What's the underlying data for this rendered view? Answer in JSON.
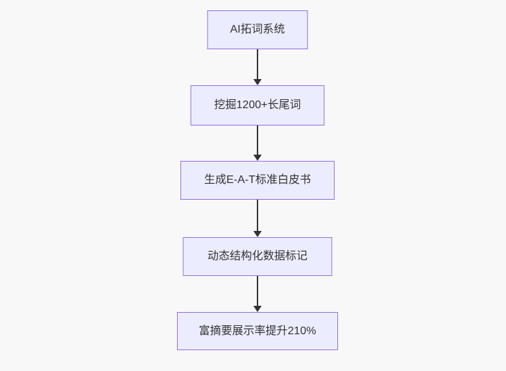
{
  "diagram": {
    "type": "flowchart",
    "direction": "top-down",
    "colors": {
      "background": "#f8f8f8",
      "node_fill": "#ececff",
      "node_border": "#9370db",
      "text": "#333333",
      "arrow": "#333333"
    },
    "nodes": [
      {
        "label": "AI拓词系统"
      },
      {
        "label": "挖掘1200+长尾词"
      },
      {
        "label": "生成E-A-T标准白皮书"
      },
      {
        "label": "动态结构化数据标记"
      },
      {
        "label": "富摘要展示率提升210%"
      }
    ],
    "edges": [
      {
        "from": 0,
        "to": 1
      },
      {
        "from": 1,
        "to": 2
      },
      {
        "from": 2,
        "to": 3
      },
      {
        "from": 3,
        "to": 4
      }
    ]
  }
}
